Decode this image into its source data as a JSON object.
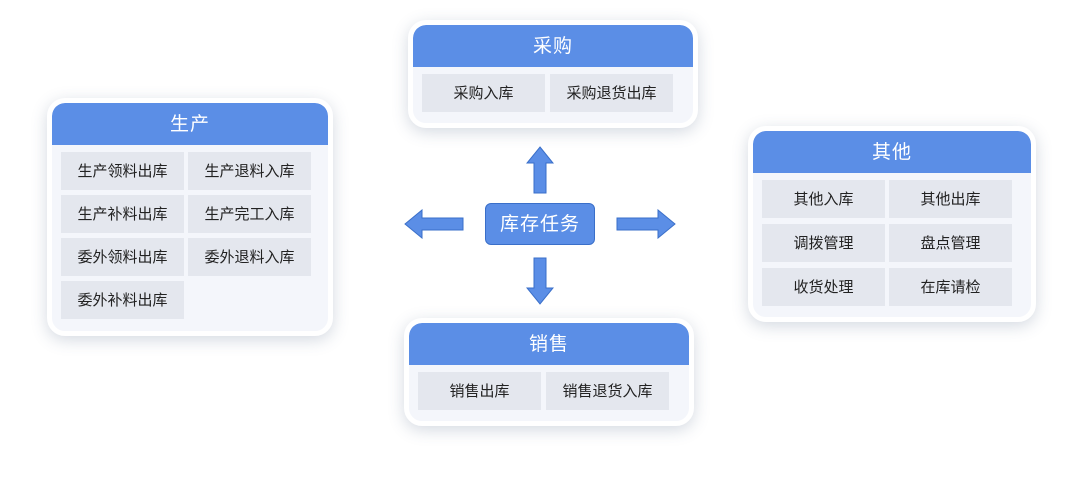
{
  "center": {
    "label": "库存任务"
  },
  "purchase": {
    "title": "采购",
    "items": [
      "采购入库",
      "采购退货出库"
    ]
  },
  "production": {
    "title": "生产",
    "items": [
      "生产领料出库",
      "生产退料入库",
      "生产补料出库",
      "生产完工入库",
      "委外领料出库",
      "委外退料入库",
      "委外补料出库"
    ]
  },
  "other": {
    "title": "其他",
    "items": [
      "其他入库",
      "其他出库",
      "调拨管理",
      "盘点管理",
      "收货处理",
      "在库请检"
    ]
  },
  "sales": {
    "title": "销售",
    "items": [
      "销售出库",
      "销售退货入库"
    ]
  },
  "colors": {
    "accent": "#5b8ee6",
    "accent_border": "#3a6fc9",
    "item_bg": "#e4e7ee",
    "card_bg": "#f4f6fb"
  }
}
